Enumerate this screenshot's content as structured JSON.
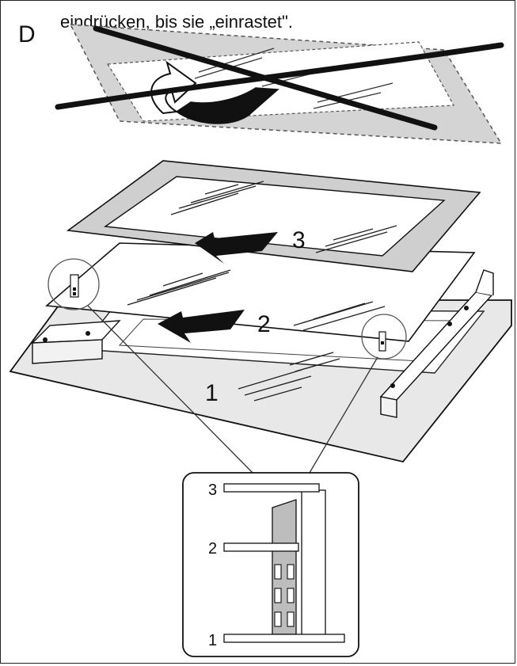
{
  "step_letter": "D",
  "caption": "eindrücken, bis sie „einrastet\".",
  "labels": {
    "pane_3": "3",
    "pane_2": "2",
    "pane_1": "1",
    "detail_3": "3",
    "detail_2": "2",
    "detail_1": "1"
  }
}
